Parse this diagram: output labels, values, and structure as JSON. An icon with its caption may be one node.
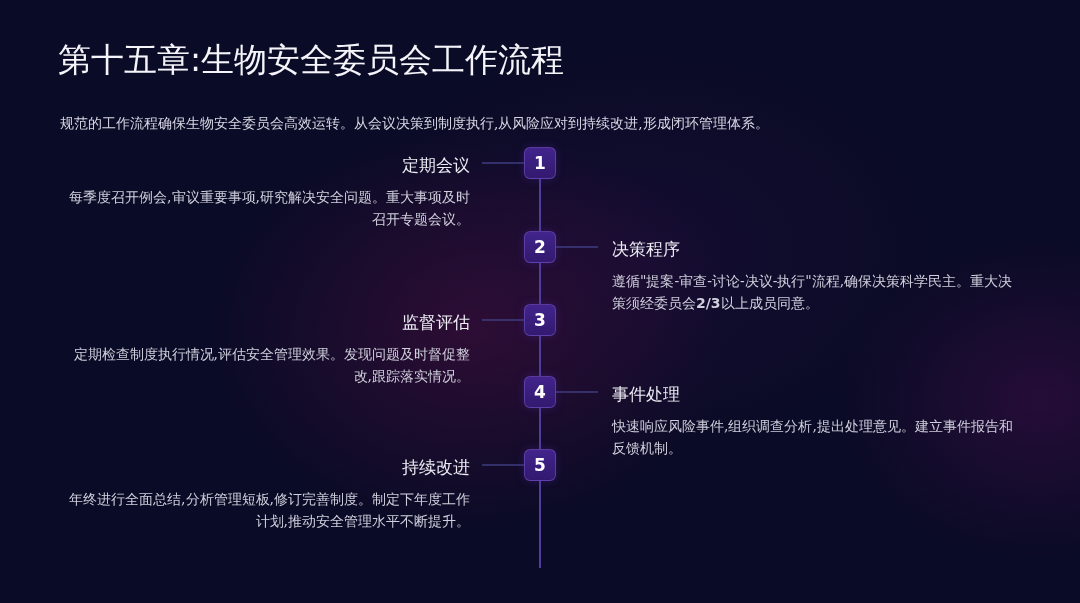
{
  "diagram": {
    "title": "第十五章:生物安全委员会工作流程",
    "nodes": [
      {
        "text": [
          "1"
        ]
      },
      {
        "text": [
          "定期会议",
          "每季度召开例会,审议重要事项,研究解决安全问题。重大事项及时召开专题会议。"
        ]
      },
      {
        "text": [
          "2"
        ]
      },
      {
        "text": [
          "决策程序",
          "遵循\"提案-审查-讨论-决议-执行\"流程,确保决策科学民主。重大决策须经委员会**2/3**以上成员同意。"
        ]
      },
      {
        "text": [
          "3"
        ]
      },
      {
        "text": [
          "监督评估",
          "定期检查制度执行情况,评估安全管理效果。发现问题及时督促整改,跟踪落实情况。"
        ]
      },
      {
        "text": [
          "4"
        ]
      },
      {
        "text": [
          "事件处理",
          "快速响应风险事件,组织调查分析,提出处理意见。建立事件报告和反馈机制。"
        ]
      },
      {
        "text": [
          "5"
        ]
      },
      {
        "text": [
          "持续改进",
          "年终进行全面总结,分析管理短板,修订完善制度。制定下年度工作计划,推动安全管理水平不断提升。"
        ]
      }
    ],
    "edges": [
      {
        "from": 0,
        "to": 1,
        "arrow": "none"
      },
      {
        "from": 0,
        "to": 2,
        "arrow": "none"
      },
      {
        "from": 2,
        "to": 3,
        "arrow": "none"
      },
      {
        "from": 2,
        "to": 4,
        "arrow": "none"
      },
      {
        "from": 4,
        "to": 5,
        "arrow": "none"
      },
      {
        "from": 4,
        "to": 6,
        "arrow": "none"
      },
      {
        "from": 6,
        "to": 7,
        "arrow": "none"
      },
      {
        "from": 6,
        "to": 8,
        "arrow": "none"
      },
      {
        "from": 8,
        "to": 9,
        "arrow": "none"
      },
      {
        "from": 8,
        "to": null,
        "arrow": "none"
      }
    ],
    "labels": [
      "规范的工作流程确保生物安全委员会高效运转。从会议决策到制度执行,从风险应对到持续改进,形成闭环管理体系。"
    ]
  }
}
